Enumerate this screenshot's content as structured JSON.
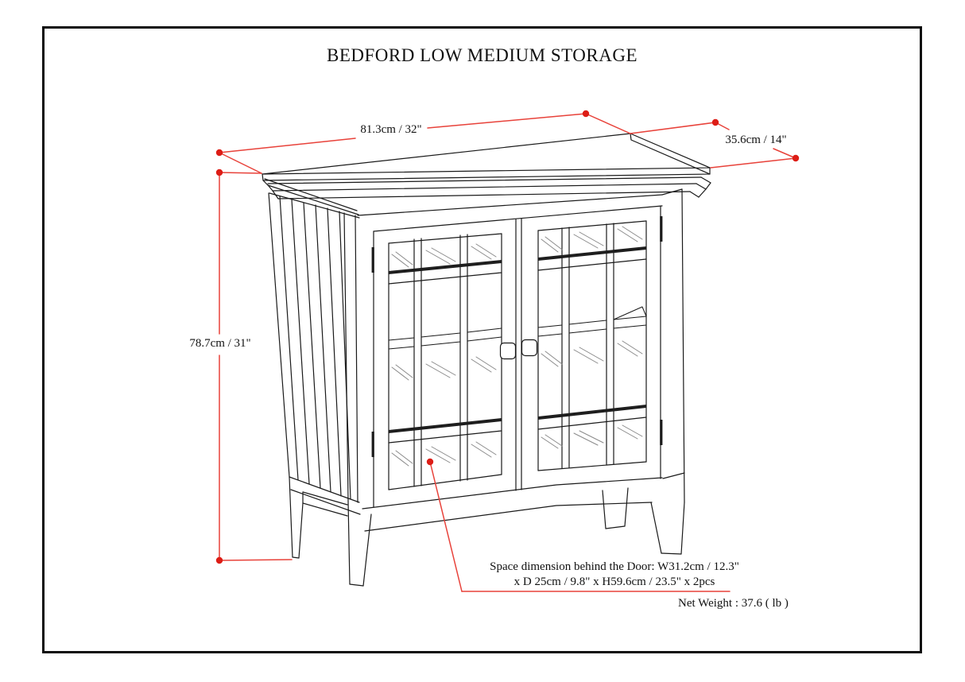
{
  "title": "BEDFORD LOW MEDIUM STORAGE",
  "dimensions": {
    "width_label": "81.3cm / 32\"",
    "depth_label": "35.6cm / 14\"",
    "height_label": "78.7cm / 31\""
  },
  "notes": {
    "space_line1": "Space dimension behind the Door: W31.2cm / 12.3\"",
    "space_line2": "x D 25cm / 9.8\" x H59.6cm / 23.5\" x 2pcs",
    "net_weight": "Net Weight : 37.6 ( lb )"
  },
  "colors": {
    "annotation_red": "#e8423a",
    "dot_red": "#dd1d16",
    "line_black": "#1a1a1a",
    "shine_gray": "#8a8a8a"
  }
}
